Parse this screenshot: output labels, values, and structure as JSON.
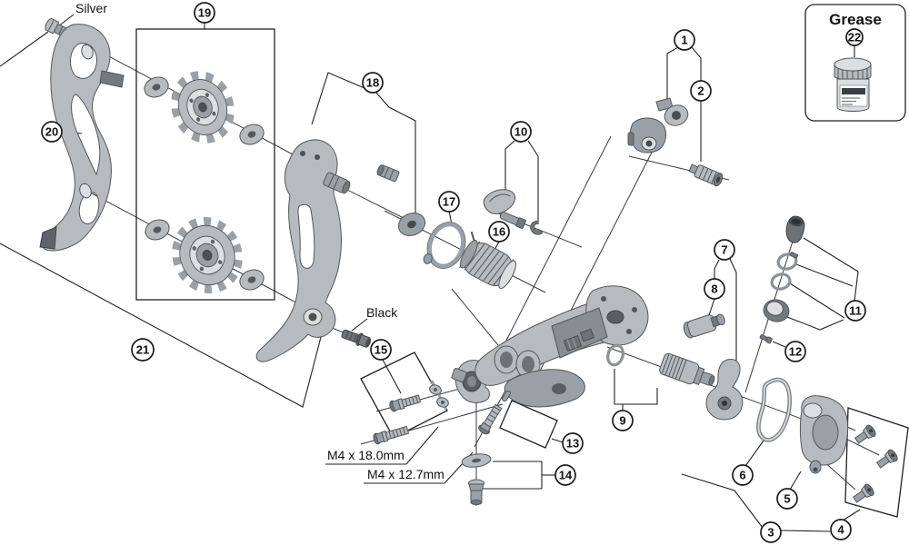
{
  "colors": {
    "line": "#3a3a3a",
    "ink": "#111111",
    "paper": "#ffffff",
    "part-light": "#dcdee0",
    "part-mid": "#b7bbbf",
    "part-mid2": "#9aa0a5",
    "part-dark": "#74797e",
    "part-edge": "#53575b"
  },
  "labels": {
    "silver": "Silver",
    "black": "Black",
    "m4_long": "M4 x 18.0mm",
    "m4_short": "M4 x 12.7mm",
    "grease_title": "Grease"
  },
  "callouts": {
    "c1": "1",
    "c2": "2",
    "c3": "3",
    "c4": "4",
    "c5": "5",
    "c6": "6",
    "c7": "7",
    "c8": "8",
    "c9": "9",
    "c10": "10",
    "c11": "11",
    "c12": "12",
    "c13": "13",
    "c14": "14",
    "c15": "15",
    "c16": "16",
    "c17": "17",
    "c18": "18",
    "c19": "19",
    "c20": "20",
    "c21": "21",
    "c22": "22"
  }
}
